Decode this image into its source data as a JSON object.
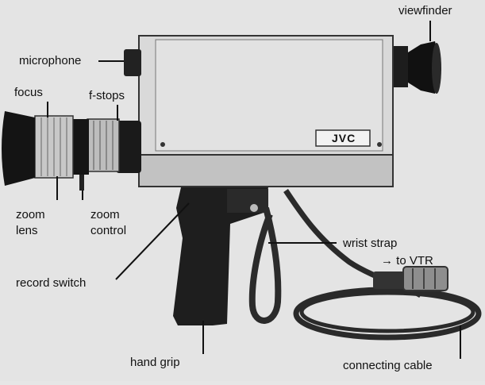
{
  "labels": {
    "viewfinder": "viewfinder",
    "microphone": "microphone",
    "focus": "focus",
    "f_stops": "f-stops",
    "zoom_lens_1": "zoom",
    "zoom_lens_2": "lens",
    "zoom_control_1": "zoom",
    "zoom_control_2": "control",
    "wrist_strap": "wrist strap",
    "to_vtr": "→ to VTR",
    "record_switch": "record switch",
    "hand_grip": "hand grip",
    "connecting_cable": "connecting cable"
  },
  "brand": "JVC"
}
